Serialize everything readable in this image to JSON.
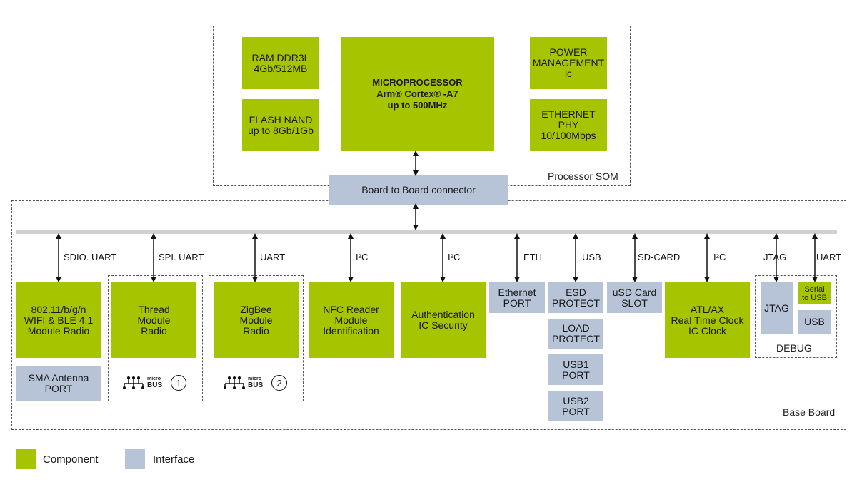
{
  "colors": {
    "component": "#a7c400",
    "interface": "#b7c4d8",
    "bus": "#d0d0d0",
    "arrow": "#111111"
  },
  "frames": {
    "processor_som": "Processor SOM",
    "base_board": "Base Board",
    "debug": "DEBUG"
  },
  "som": {
    "ram": [
      "RAM DDR3L",
      "4Gb/512MB"
    ],
    "flash": [
      "FLASH NAND",
      "up to 8Gb/1Gb"
    ],
    "cpu": [
      "MICROPROCESSOR",
      "Arm® Cortex® -A7",
      "up to 500MHz"
    ],
    "power": [
      "POWER",
      "MANAGEMENT",
      "ic"
    ],
    "ethernet_phy": [
      "ETHERNET",
      "PHY",
      "10/100Mbps"
    ],
    "connector": "Board to Board connector"
  },
  "bus_labels": {
    "wifi": "SDIO. UART",
    "thread": "SPI. UART",
    "zigbee": "UART",
    "nfc": "I²C",
    "auth": "I²C",
    "eth": "ETH",
    "usb": "USB",
    "sd": "SD-CARD",
    "rtc": "I²C",
    "jtag": "JTAG",
    "debug_uart": "UART"
  },
  "base": {
    "wifi": [
      "802.11/b/g/n",
      "WIFI & BLE 4.1",
      "Module Radio"
    ],
    "sma": [
      "SMA Antenna",
      "PORT"
    ],
    "thread": [
      "Thread",
      "Module",
      "Radio"
    ],
    "zigbee": [
      "ZigBee",
      "Module",
      "Radio"
    ],
    "nfc": [
      "NFC Reader",
      "Module",
      "Identification"
    ],
    "auth": [
      "Authentication",
      "IC Security"
    ],
    "eth_port": [
      "Ethernet",
      "PORT"
    ],
    "esd": [
      "ESD",
      "PROTECT"
    ],
    "load": [
      "LOAD",
      "PROTECT"
    ],
    "usb1": [
      "USB1",
      "PORT"
    ],
    "usb2": [
      "USB2",
      "PORT"
    ],
    "sd_slot": [
      "uSD Card",
      "SLOT"
    ],
    "rtc": [
      "ATL/AX",
      "Real Time Clock",
      "IC Clock"
    ],
    "jtag": [
      "JTAG"
    ],
    "serial": [
      "Serial",
      "to USB"
    ],
    "usb": [
      "USB"
    ]
  },
  "mikrobus": [
    {
      "word_small": "micro",
      "word_big": "BUS",
      "number": "1"
    },
    {
      "word_small": "micro",
      "word_big": "BUS",
      "number": "2"
    }
  ],
  "legend": {
    "component": "Component",
    "interface": "Interface"
  }
}
